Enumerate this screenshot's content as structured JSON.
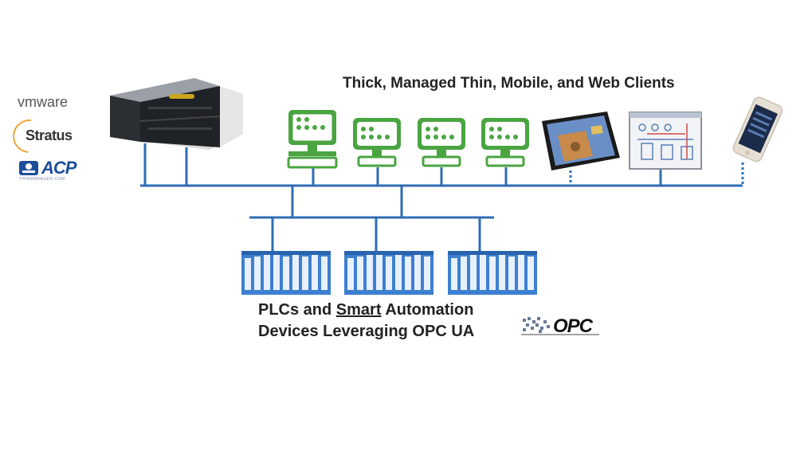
{
  "vendors": {
    "vmware": "vmware",
    "stratus": "Stratus",
    "acp": "ACP",
    "acp_tagline": "THINMANAGER.COM"
  },
  "clients_title": "Thick, Managed Thin, Mobile, and Web Clients",
  "plc_caption": {
    "line1_before": "PLCs and ",
    "line1_underlined": "Smart",
    "line1_after": " Automation",
    "line2": "Devices Leveraging OPC UA"
  },
  "opc_logo_text": "OPC",
  "colors": {
    "network": "#2f6db5",
    "client_green": "#4aa541",
    "plc_blue": "#3d7fd0",
    "server_dark": "#1f2227"
  }
}
